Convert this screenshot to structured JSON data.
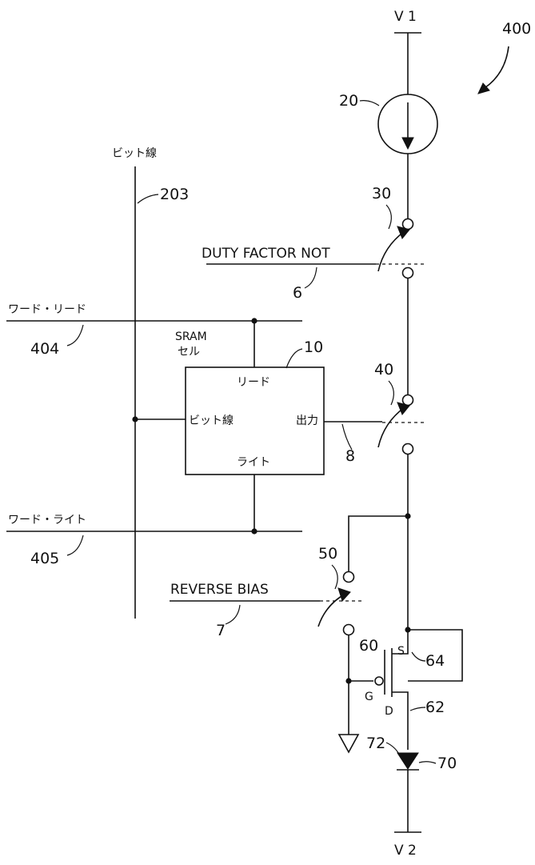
{
  "figure": {
    "ref_400": "400",
    "supply_v1": "V 1",
    "supply_v2": "V 2",
    "current_source_ref": "20",
    "switch_30_ref": "30",
    "switch_40_ref": "40",
    "switch_50_ref": "50",
    "duty_factor_label": "DUTY FACTOR NOT",
    "duty_factor_ref": "6",
    "output_ref": "8",
    "reverse_bias_label": "REVERSE BIAS",
    "reverse_bias_ref": "7",
    "bit_line_label": "ビット線",
    "bit_line_ref": "203",
    "word_read_label": "ワード・リード",
    "word_read_ref": "404",
    "word_write_label": "ワード・ライト",
    "word_write_ref": "405",
    "sram_label_line1": "SRAM",
    "sram_label_line2": "セル",
    "sram_ref": "10",
    "sram_read_port": "リード",
    "sram_bit_port": "ビット線",
    "sram_out_port": "出力",
    "sram_write_port": "ライト",
    "transistor_ref": "60",
    "source_label": "S",
    "gate_label": "G",
    "drain_label": "D",
    "node_64_ref": "64",
    "node_62_ref": "62",
    "ground_ref": "72",
    "diode_ref": "70"
  }
}
